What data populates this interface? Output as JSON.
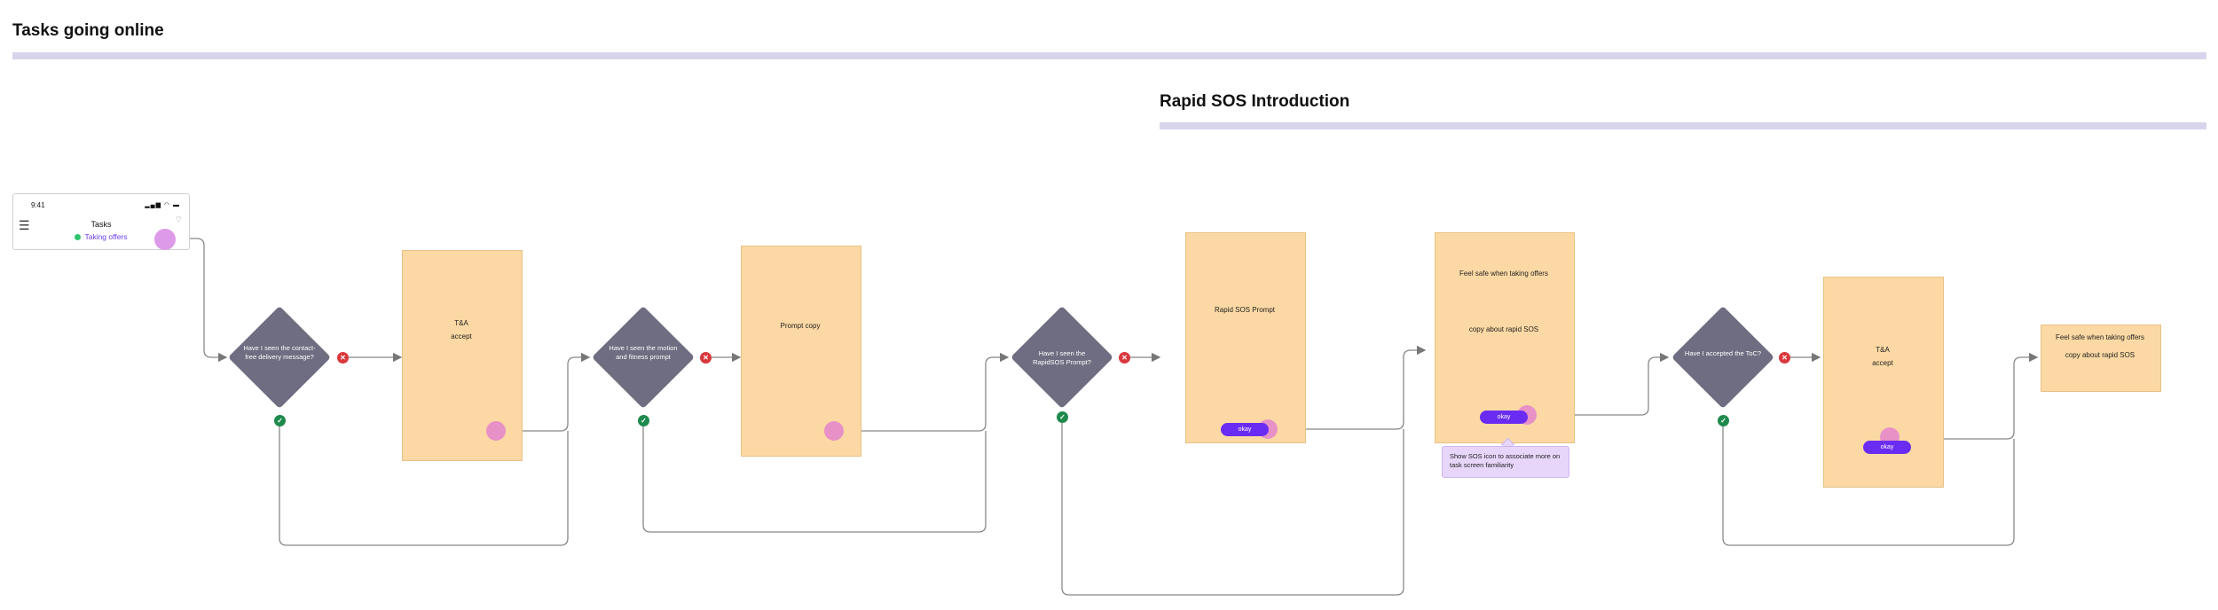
{
  "sections": {
    "main_title": "Tasks going online",
    "secondary_title": "Rapid SOS Introduction"
  },
  "phone": {
    "time": "9:41",
    "status_icons": "signal-wifi-battery",
    "title": "Tasks",
    "status_text": "Taking offers",
    "status_dot_color": "#2fc46e",
    "accent_color": "#6a3df0"
  },
  "decisions": [
    {
      "text": "Have I seen the contact-free delivery message?"
    },
    {
      "text": "Have I seen the motion and fitness prompt"
    },
    {
      "text": "Have I seen the RapidSOS Prompt?"
    },
    {
      "text": "Have I accepted the ToC?"
    }
  ],
  "cards": {
    "ta_1": {
      "line1": "T&A",
      "line2": "accept"
    },
    "prompt_copy": {
      "line1": "Prompt copy"
    },
    "rapid_sos_prompt": {
      "line1": "Rapid SOS Prompt",
      "button": "okay"
    },
    "feel_safe": {
      "line1": "Feel safe when taking offers",
      "line2": "copy about rapid SOS",
      "button": "okay"
    },
    "ta_2": {
      "line1": "T&A",
      "line2": "accept",
      "button": "okay"
    },
    "feel_safe_final": {
      "line1": "Feel safe when taking offers",
      "line2": "copy about rapid SOS"
    }
  },
  "note": {
    "text": "Show SOS icon to associate more on task screen familiarity"
  },
  "badges": {
    "no": "✕",
    "yes": "✓"
  },
  "colors": {
    "card_fill": "#fcd9a4",
    "decision_fill": "#6e6d81",
    "no_badge": "#d9383d",
    "yes_badge": "#1e8a4c",
    "button": "#6a2cf2",
    "note_fill": "#e7d6f9",
    "band": "#d9d4ec"
  }
}
